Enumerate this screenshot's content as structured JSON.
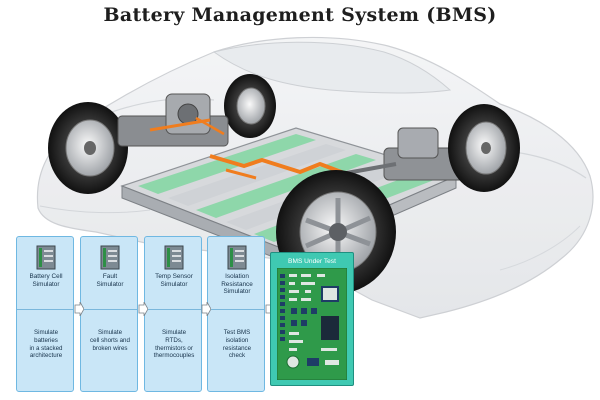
{
  "title": "Battery Management System (BMS)",
  "colors": {
    "card_fill": "#c9e6f7",
    "card_border": "#6fb8e2",
    "bms_panel": "#3fc9b2",
    "pcb_green": "#2f9a4a",
    "cell_green": "#86d6a4",
    "orange_cable": "#f07d1e"
  },
  "simulators": [
    {
      "name": "Battery Cell\nSimulator",
      "description": "Simulate\nbatteries\nin a stacked\narchitecture"
    },
    {
      "name": "Fault\nSimulator",
      "description": "Simulate\ncell shorts and\nbroken wires"
    },
    {
      "name": "Temp Sensor\nSimulator",
      "description": "Simulate\nRTDs,\nthermistors or\nthermocouples"
    },
    {
      "name": "Isolation\nResistance\nSimulator",
      "description": "Test BMS\nisolation\nresistance\ncheck"
    }
  ],
  "bms_under_test": {
    "label": "BMS Under Test"
  }
}
